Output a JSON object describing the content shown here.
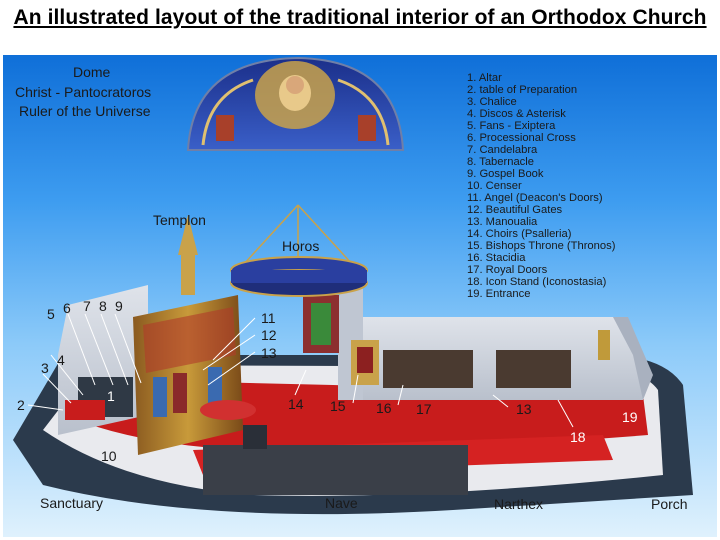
{
  "title": "An illustrated layout of the traditional interior of an Orthodox Church",
  "dome": {
    "heading": "Dome",
    "line1": "Christ - Pantocratoros",
    "line2": "Ruler of the Universe"
  },
  "labels": {
    "templon": "Templon",
    "horos": "Horos",
    "sanctuary": "Sanctuary",
    "nave": "Nave",
    "narthex": "Narthex",
    "porch": "Porch"
  },
  "legend": [
    "1. Altar",
    "2. table of Preparation",
    "3. Chalice",
    "4. Discos & Asterisk",
    "5. Fans - Exiptera",
    "6. Processional Cross",
    "7. Candelabra",
    "8. Tabernacle",
    "9. Gospel Book",
    "10. Censer",
    "11. Angel (Deacon's Doors)",
    "12. Beautiful Gates",
    "13. Manoualia",
    "14. Choirs (Psalleria)",
    "15. Bishops Throne (Thronos)",
    "16. Stacidia",
    "17. Royal Doors",
    "18. Icon Stand (Iconostasia)",
    "19. Entrance"
  ],
  "markers": {
    "m1": "1",
    "m2": "2",
    "m3": "3",
    "m4": "4",
    "m5": "5",
    "m6": "6",
    "m7": "7",
    "m8": "8",
    "m9": "9",
    "m10": "10",
    "m11": "11",
    "m12": "12",
    "m13a": "13",
    "m13b": "13",
    "m14": "14",
    "m15": "15",
    "m16": "16",
    "m17": "17",
    "m18": "18",
    "m19": "19"
  }
}
